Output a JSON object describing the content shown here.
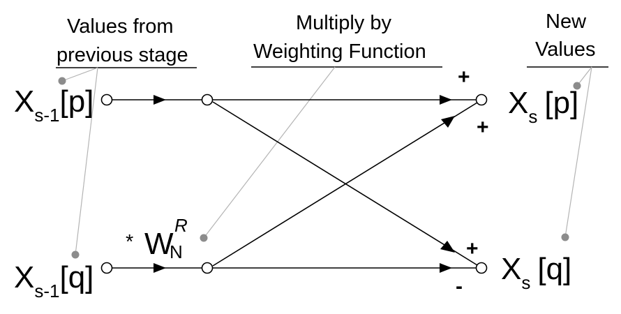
{
  "labels": {
    "prev_line1": "Values from",
    "prev_line2": "previous stage",
    "mult_line1": "Multiply by",
    "mult_line2": "Weighting Function",
    "new_line1": "New",
    "new_line2": "Values"
  },
  "inputs": {
    "p": {
      "base": "X",
      "sub": "s-1",
      "index": "[p]"
    },
    "q": {
      "base": "X",
      "sub": "s-1",
      "index": "[q]"
    }
  },
  "outputs": {
    "p": {
      "base": "X",
      "sub": "s",
      "index": "[p]"
    },
    "q": {
      "base": "X",
      "sub": "s",
      "index": "[q]"
    }
  },
  "weight": {
    "star": "*",
    "base": "W",
    "sub": "N",
    "sup": "R"
  },
  "signs": {
    "top_direct": "+",
    "top_cross": "+",
    "bottom_cross": "+",
    "bottom_direct": "-"
  }
}
